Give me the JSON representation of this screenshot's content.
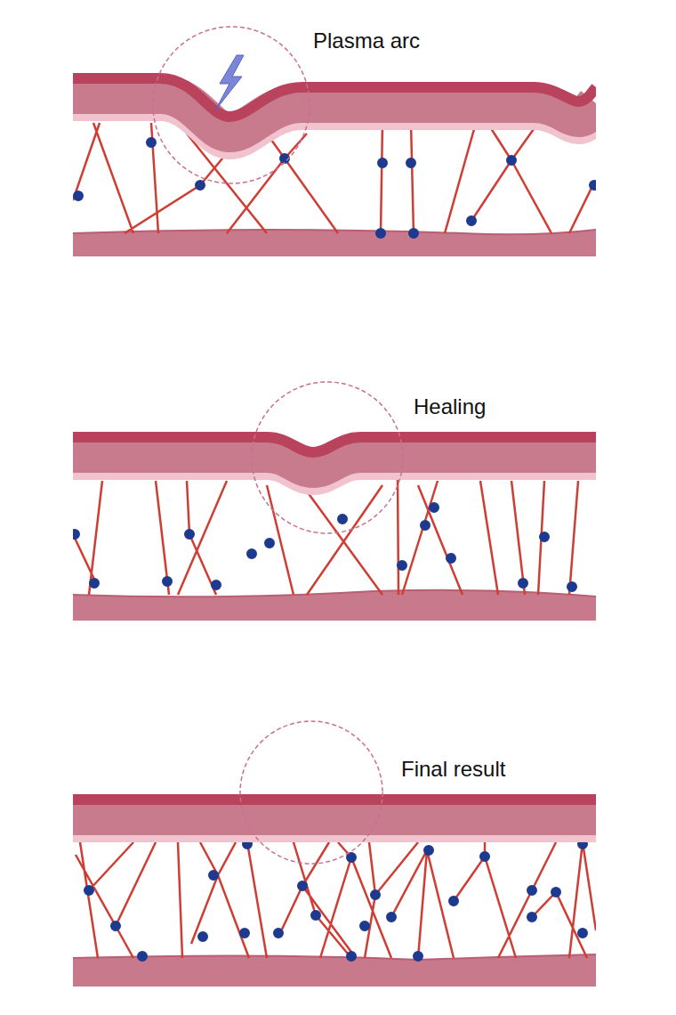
{
  "diagram": {
    "labels": [
      "Plasma arc",
      "Healing",
      "Final result"
    ]
  }
}
